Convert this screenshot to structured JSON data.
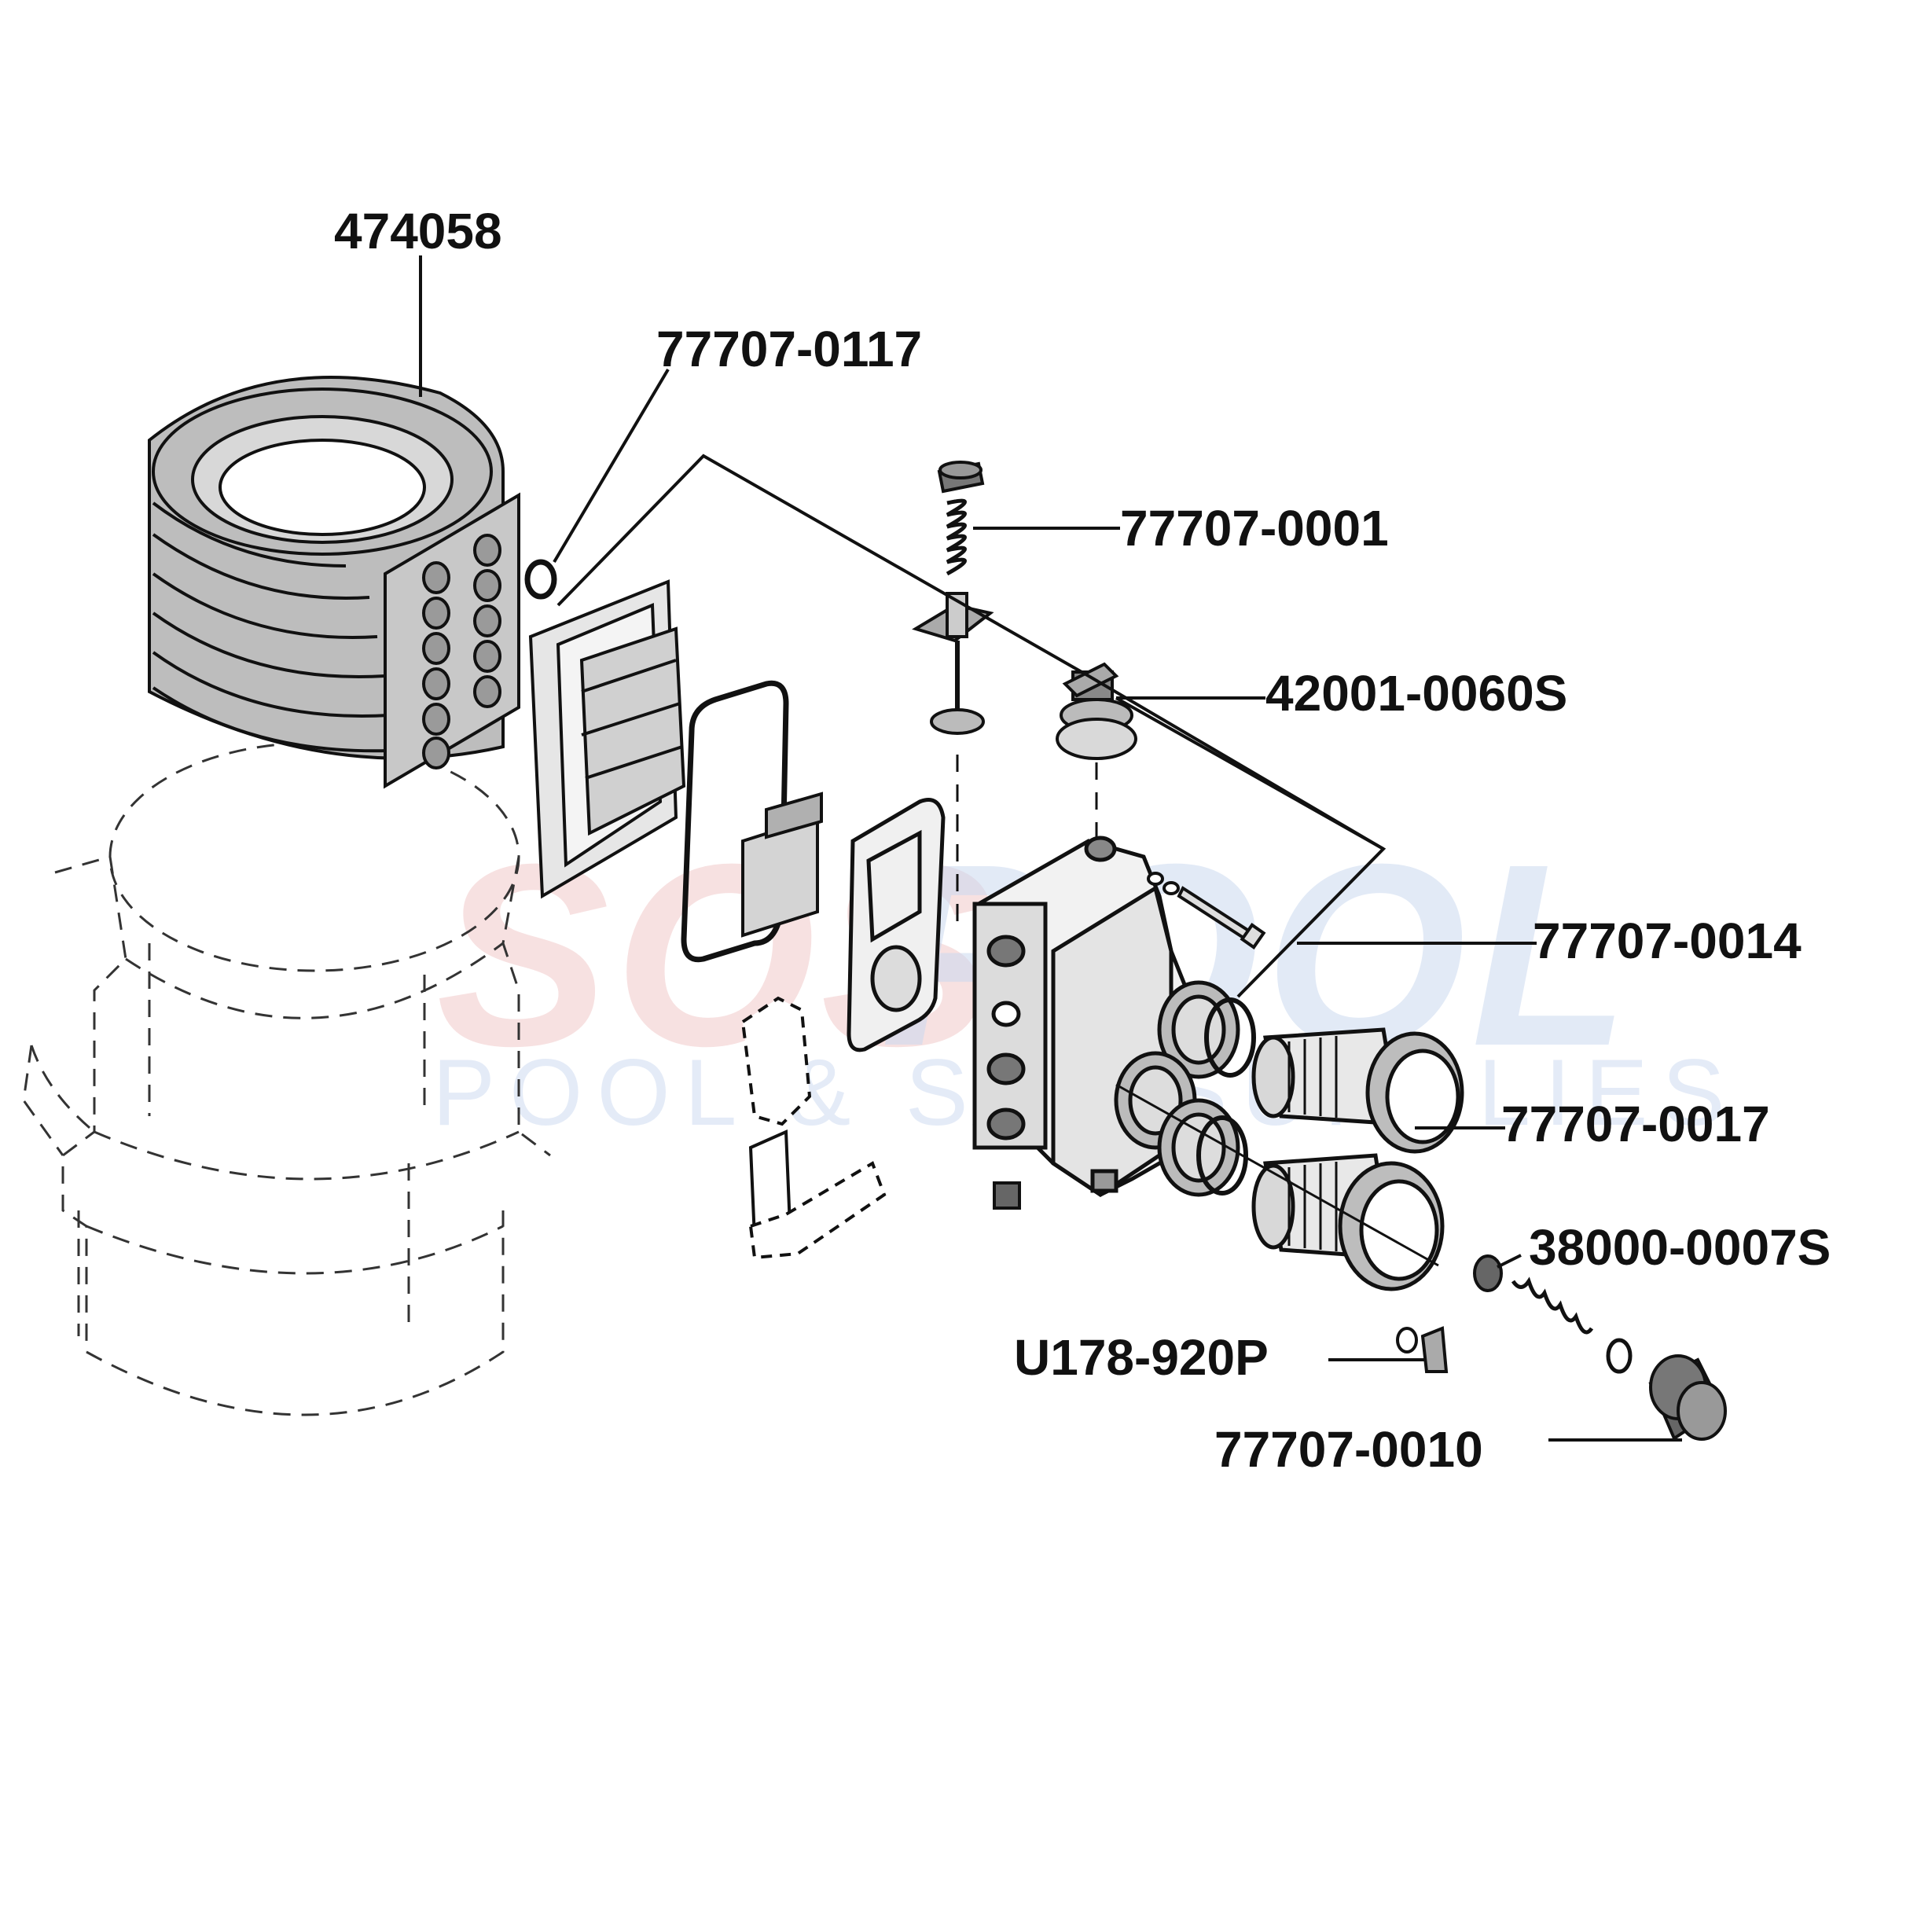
{
  "watermark": {
    "brand_left": "SOS",
    "brand_right": "POOL",
    "tagline": "POOL & SPA SUPPLIES",
    "brand_left_color": "#f2c9c9",
    "brand_right_color": "#cbd9f0",
    "tagline_color": "#cbd9f0"
  },
  "colors": {
    "line": "#111111",
    "part_fill": "#bdbdbd",
    "part_dark": "#7a7a7a",
    "outline": "#333333"
  },
  "callouts": [
    {
      "id": "474058",
      "label": "474058",
      "part": "heat exchanger coil"
    },
    {
      "id": "77707-0117",
      "label": "77707-0117",
      "part": "o-ring"
    },
    {
      "id": "77707-0001",
      "label": "77707-0001",
      "part": "bypass valve spring assembly"
    },
    {
      "id": "42001-0060S",
      "label": "42001-0060S",
      "part": "pressure switch"
    },
    {
      "id": "77707-0014",
      "label": "77707-0014",
      "part": "gasket set"
    },
    {
      "id": "77707-0017",
      "label": "77707-0017",
      "part": "union adapter"
    },
    {
      "id": "38000-0007S",
      "label": "38000-0007S",
      "part": "check valve"
    },
    {
      "id": "U178-920P",
      "label": "U178-920P",
      "part": "drain plug"
    },
    {
      "id": "77707-0010",
      "label": "77707-0010",
      "part": "drain fitting"
    }
  ]
}
